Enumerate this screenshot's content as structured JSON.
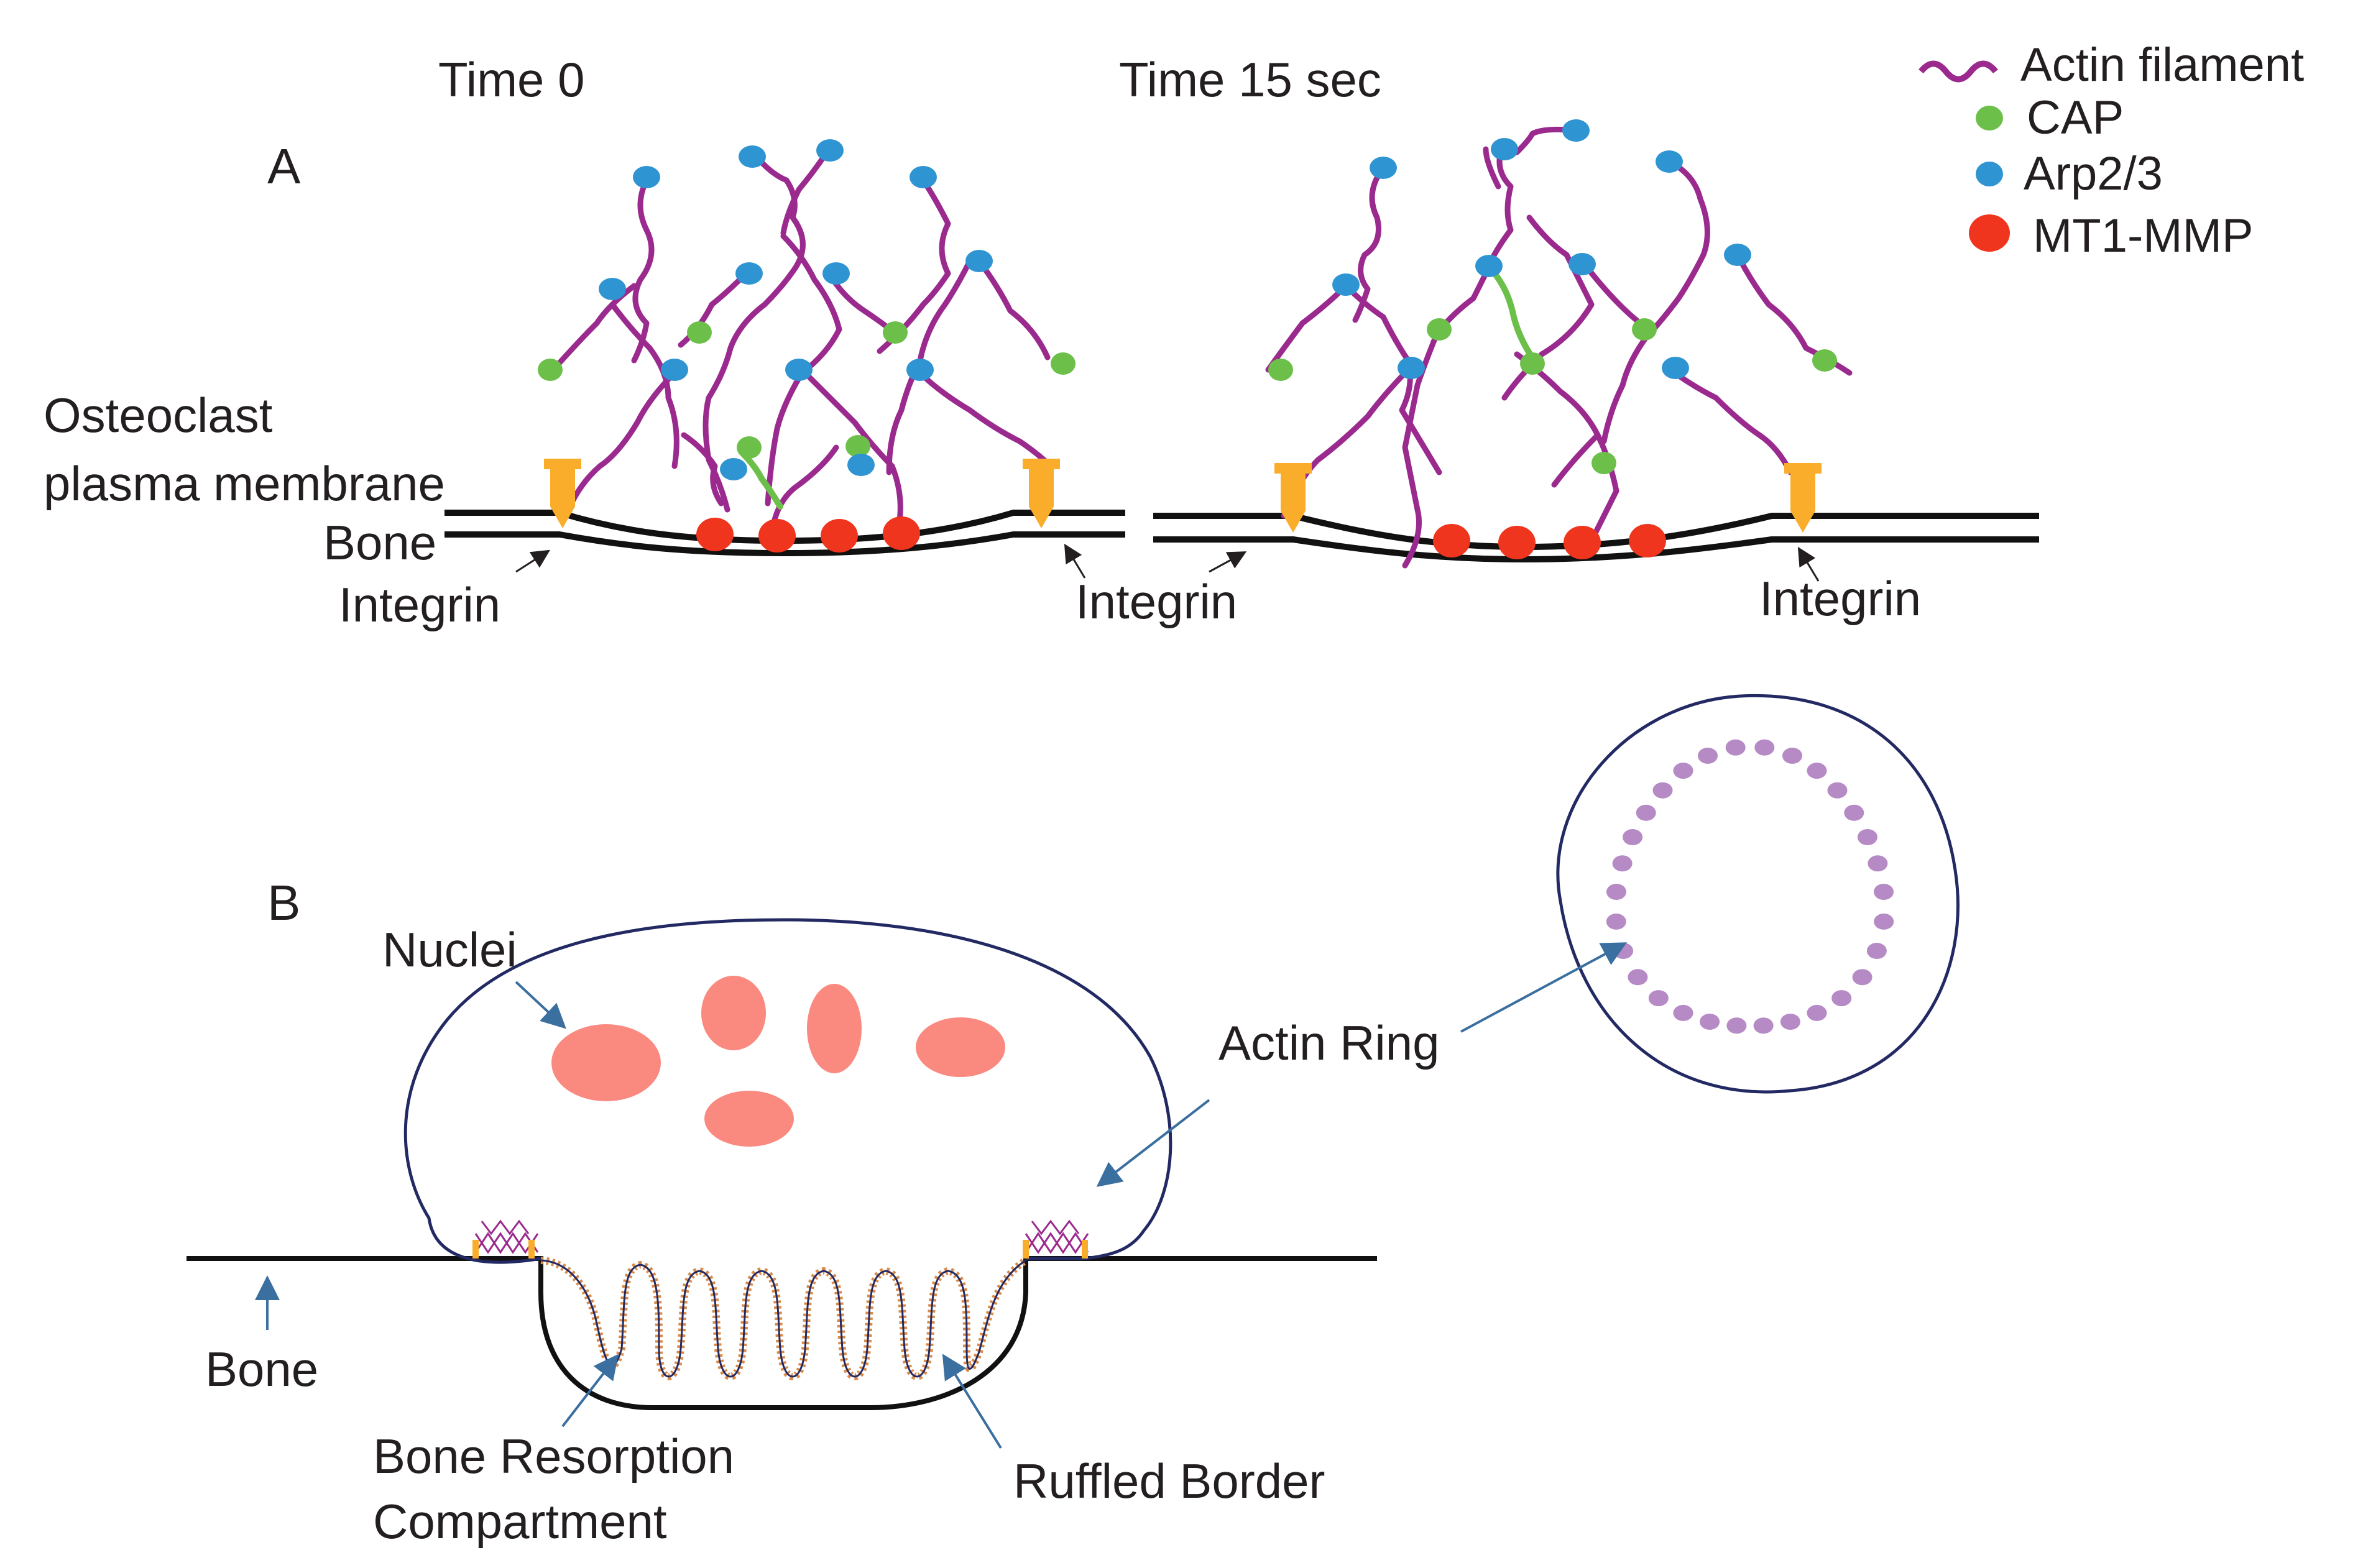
{
  "panel_a": {
    "label": "A",
    "time_left": "Time 0",
    "time_right": "Time 15 sec",
    "membrane_label_line1": "Osteoclast",
    "membrane_label_line2": "plasma membrane",
    "bone_label": "Bone",
    "integrin_label": "Integrin"
  },
  "legend": {
    "actin": "Actin filament",
    "cap": "CAP",
    "arp": "Arp2/3",
    "mmp": "MT1-MMP"
  },
  "panel_b": {
    "label": "B",
    "nuclei": "Nuclei",
    "actin_ring": "Actin Ring",
    "bone": "Bone",
    "resorption_line1": "Bone Resorption",
    "resorption_line2": "Compartment",
    "ruffled_border": "Ruffled Border"
  },
  "colors": {
    "actin": "#9b2a8e",
    "cap": "#6cc04a",
    "arp": "#2f94d2",
    "mmp": "#f0351e",
    "integrin": "#f9ad2a",
    "nucleus": "#fa8a80",
    "cell_outline": "#232a63",
    "ring_dots": "#b58ac5",
    "arrow": "#3a6fa0"
  }
}
